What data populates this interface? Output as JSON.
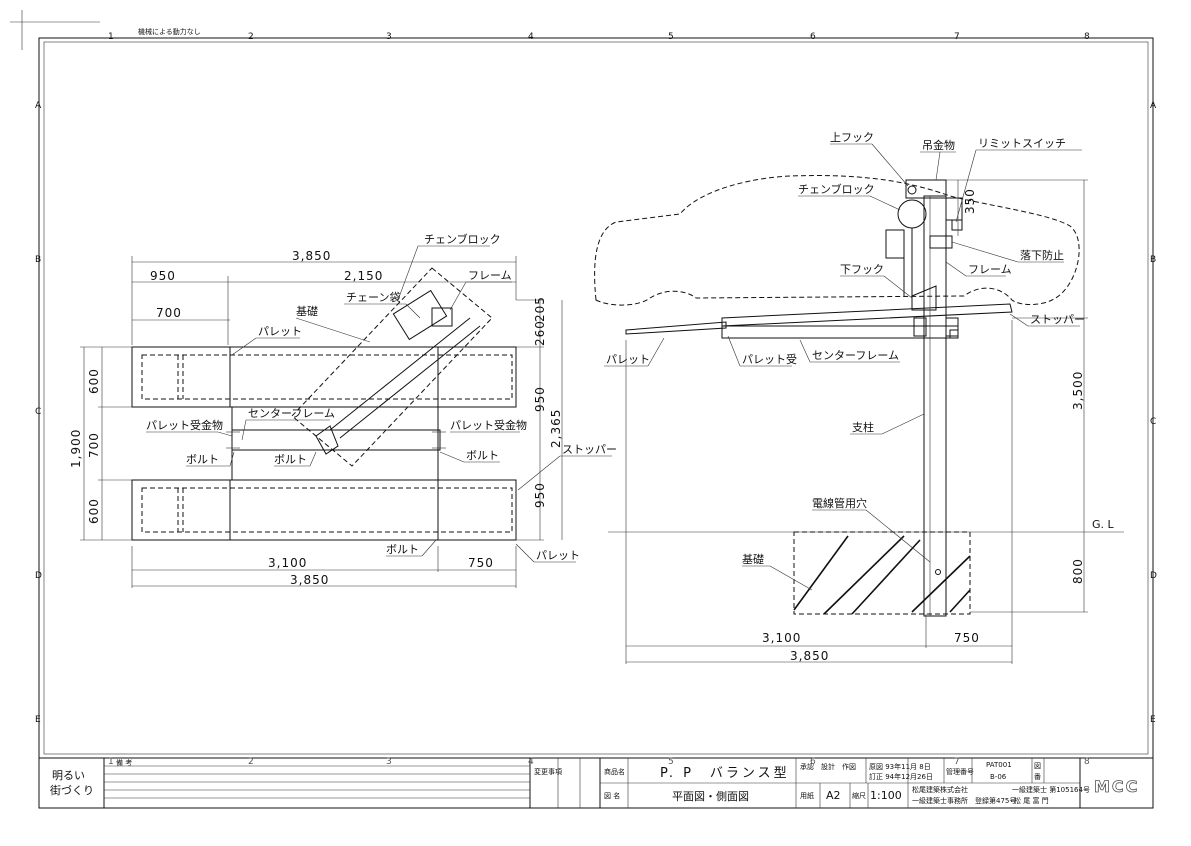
{
  "header_note": "機械による動力なし",
  "grid": {
    "columns": [
      "1",
      "2",
      "3",
      "4",
      "5",
      "6",
      "7",
      "8"
    ],
    "rows": [
      "A",
      "B",
      "C",
      "D",
      "E"
    ]
  },
  "plan_view": {
    "dims": {
      "total_top": "3,850",
      "seg_950": "950",
      "seg_2150": "2,150",
      "seg_700": "700",
      "bottom_3100": "3,100",
      "bottom_750": "750",
      "bottom_total": "3,850",
      "left_600_top": "600",
      "left_700": "700",
      "left_600_bottom": "600",
      "left_1900": "1,900",
      "right_260": "260",
      "right_205": "205",
      "right_950_top": "950",
      "right_2365": "2,365",
      "right_950_bottom": "950"
    },
    "labels": {
      "chain_block": "チェンブロック",
      "frame": "フレーム",
      "chain_bag": "チェーン袋",
      "foundation": "基礎",
      "pallet_top": "パレット",
      "center_frame": "センターフレーム",
      "pallet_bracket_left": "パレット受金物",
      "pallet_bracket_right": "パレット受金物",
      "bolt_left": "ボルト",
      "bolt_mid": "ボルト",
      "bolt_right": "ボルト",
      "stopper": "ストッパー",
      "bolt_bottom": "ボルト",
      "pallet_bottom": "パレット"
    }
  },
  "side_view": {
    "labels": {
      "upper_hook": "上フック",
      "hanger": "吊金物",
      "limit_switch": "リミットスイッチ",
      "chain_block": "チェンブロック",
      "fall_prevention": "落下防止",
      "lower_hook": "下フック",
      "frame": "フレーム",
      "stopper": "ストッパー",
      "pallet": "パレット",
      "pallet_receiver": "パレット受",
      "center_frame": "センターフレーム",
      "post": "支柱",
      "conduit_hole": "電線管用穴",
      "foundation": "基礎",
      "gl": "G. L"
    },
    "dims": {
      "d350": "350",
      "d3500": "3,500",
      "d800": "800",
      "d3100": "3,100",
      "d750": "750",
      "d3850": "3,850"
    }
  },
  "title_block": {
    "slogan_1": "明るい",
    "slogan_2": "街づくり",
    "remarks_label": "備 考",
    "change_label": "変更事項",
    "product_label": "商品名",
    "product_name": "P. P　バランス型",
    "drawing_label": "図 名",
    "drawing_name": "平面図・側面図",
    "roles": "承認　設計　作図",
    "sheet_label": "用紙",
    "sheet_size": "A2",
    "scale_label": "縮尺",
    "scale": "1:100",
    "date_1": "原図 93年11月 8日",
    "date_2": "訂正 94年12月26日",
    "manage_label": "管理番号",
    "manage_no_1": "PAT001",
    "manage_no_2": "B-06",
    "fig_label_1": "図",
    "fig_label_2": "番",
    "company": "松尾建築株式会社",
    "license_1": "一級建築士事務所　登録第475号",
    "registration": "一級建築士 第105164号",
    "person": "松 尾 富 門",
    "logo": "MCC"
  }
}
